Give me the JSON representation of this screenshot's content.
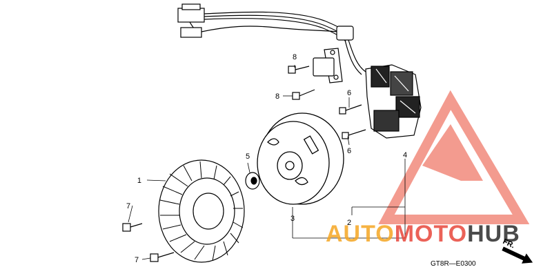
{
  "diagram": {
    "callouts": {
      "c1": "1",
      "c2": "2",
      "c3": "3",
      "c4": "4",
      "c5": "5",
      "c6a": "6",
      "c6b": "6",
      "c7a": "7",
      "c7b": "7",
      "c8a": "8",
      "c8b": "8"
    },
    "diagram_code": "GT8R—E0300",
    "direction_label": "FR."
  },
  "watermark": {
    "brand_part1": "AUTO",
    "brand_part2": "MOTO",
    "brand_part3": "HUB",
    "color_orange": "#f5a623",
    "color_red": "#e8473b",
    "color_dark": "#2b2b2b"
  }
}
